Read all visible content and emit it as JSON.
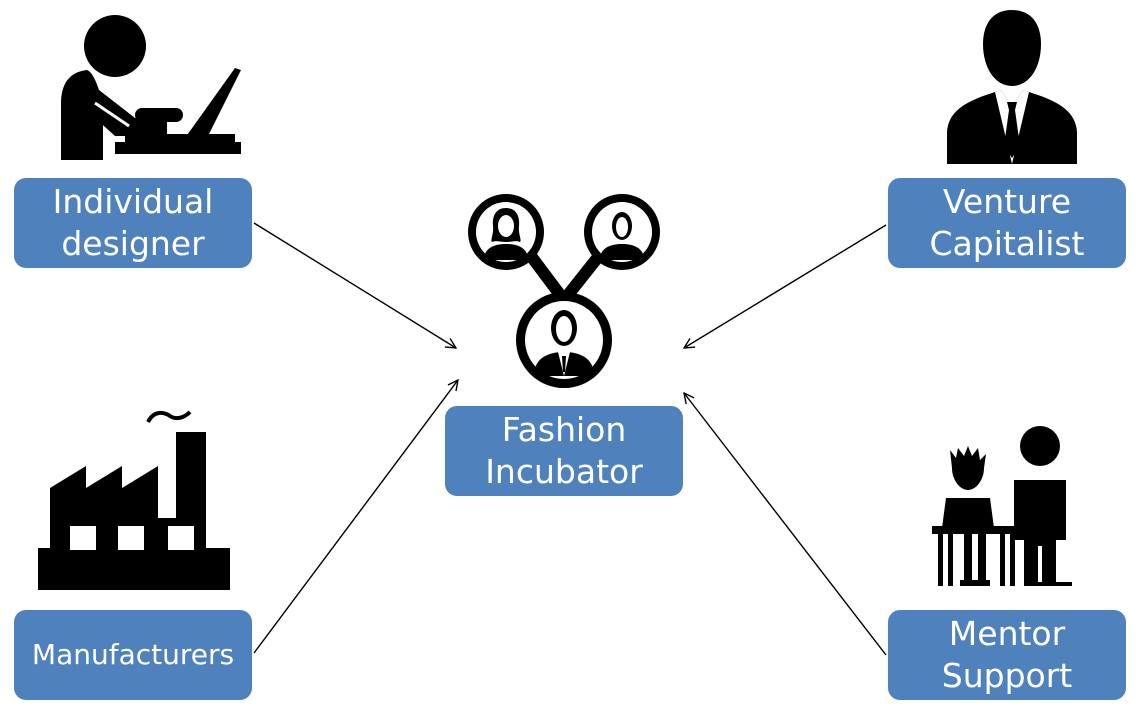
{
  "nodes": {
    "individual_designer": {
      "line1": "Individual",
      "line2": "designer",
      "icon": "person-at-laptop-icon"
    },
    "venture_capitalist": {
      "line1": "Venture",
      "line2": "Capitalist",
      "icon": "businessman-icon"
    },
    "fashion_incubator": {
      "line1": "Fashion",
      "line2": "Incubator",
      "icon": "people-network-icon"
    },
    "manufacturers": {
      "line1": "Manufacturers",
      "icon": "factory-icon"
    },
    "mentor_support": {
      "line1": "Mentor",
      "line2": "Support",
      "icon": "mentor-student-icon"
    }
  },
  "colors": {
    "box_fill": "#4f81bd",
    "box_text": "#ffffff",
    "icon": "#000000",
    "arrow": "#000000"
  }
}
